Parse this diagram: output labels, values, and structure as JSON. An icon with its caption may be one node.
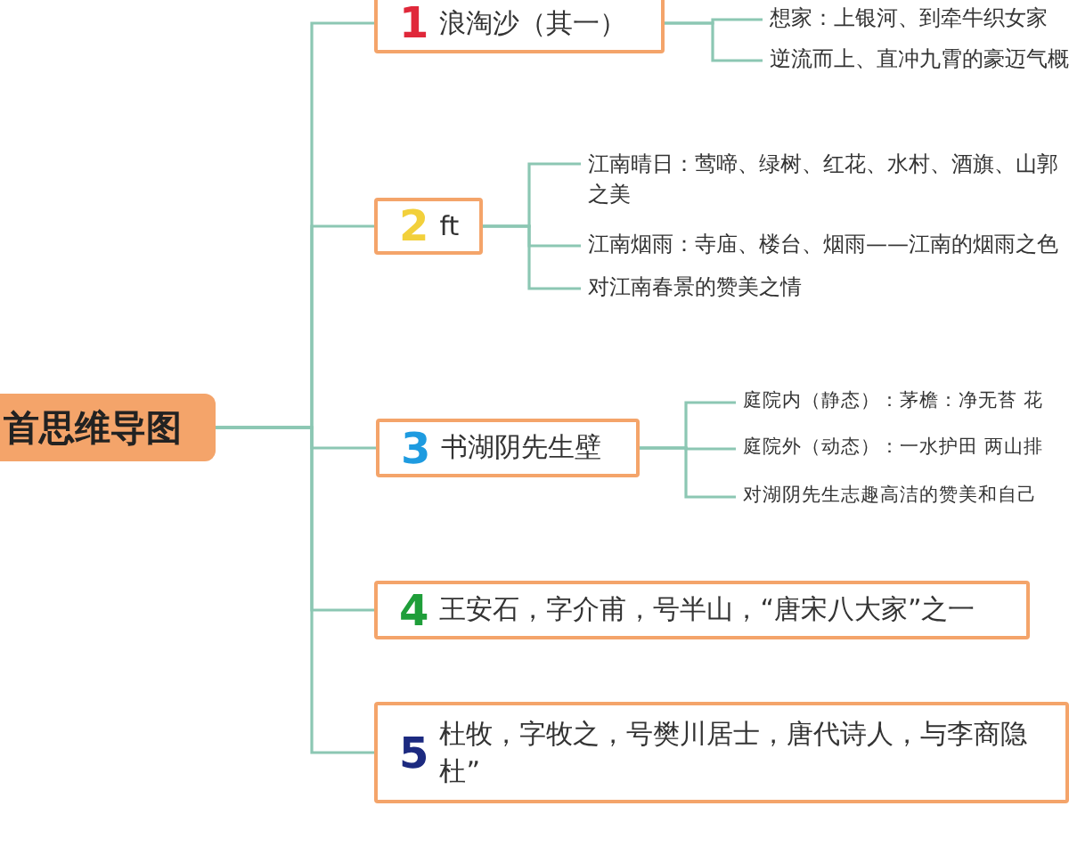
{
  "diagram": {
    "nodes": [
      {
        "text": [
          "首思维导图"
        ]
      },
      {
        "text": [
          "1",
          "浪淘沙（其一）"
        ]
      },
      {
        "text": [
          "想家：上银河、到牵牛织女家"
        ]
      },
      {
        "text": [
          "逆流而上、直冲九霄的豪迈气概"
        ]
      },
      {
        "text": [
          "2",
          "ft"
        ]
      },
      {
        "text": [
          "江南晴日：莺啼、绿树、红花、水村、酒旗、山郭之美"
        ]
      },
      {
        "text": [
          "江南烟雨：寺庙、楼台、烟雨——江南的烟雨之色"
        ]
      },
      {
        "text": [
          "对江南春景的赞美之情"
        ]
      },
      {
        "text": [
          "3",
          "书湖阴先生壁"
        ]
      },
      {
        "text": [
          "庭院内（静态）：茅檐：净无苔 花"
        ]
      },
      {
        "text": [
          "庭院外（动态）：一水护田 两山排"
        ]
      },
      {
        "text": [
          "对湖阴先生志趣高洁的赞美和自己"
        ]
      },
      {
        "text": [
          "4",
          "王安石，字介甫，号半山，“唐宋八大家”之一"
        ]
      },
      {
        "text": [
          "5",
          "杜牧，字牧之，号樊川居士，唐代诗人，与李商隐杜”"
        ]
      }
    ],
    "edges": [
      {
        "from": 0,
        "to": 1,
        "arrow": "none"
      },
      {
        "from": 0,
        "to": 4,
        "arrow": "none"
      },
      {
        "from": 0,
        "to": 8,
        "arrow": "none"
      },
      {
        "from": 0,
        "to": 12,
        "arrow": "none"
      },
      {
        "from": 0,
        "to": 13,
        "arrow": "none"
      },
      {
        "from": 1,
        "to": 2,
        "arrow": "none"
      },
      {
        "from": 1,
        "to": 3,
        "arrow": "none"
      },
      {
        "from": 4,
        "to": 5,
        "arrow": "none"
      },
      {
        "from": 4,
        "to": 6,
        "arrow": "none"
      },
      {
        "from": 4,
        "to": 7,
        "arrow": "none"
      },
      {
        "from": 8,
        "to": 9,
        "arrow": "none"
      },
      {
        "from": 8,
        "to": 10,
        "arrow": "none"
      },
      {
        "from": 8,
        "to": 11,
        "arrow": "none"
      }
    ]
  }
}
